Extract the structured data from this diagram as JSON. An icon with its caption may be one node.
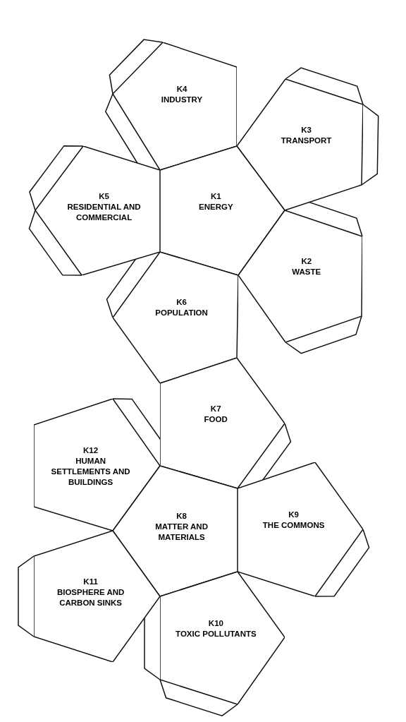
{
  "diagram": {
    "nodes": [
      {
        "text": [
          "K4",
          "INDUSTRY"
        ]
      },
      {
        "text": [
          "K3",
          "TRANSPORT"
        ]
      },
      {
        "text": [
          "K5",
          "RESIDENTIAL AND COMMERCIAL"
        ]
      },
      {
        "text": [
          "K1",
          "ENERGY"
        ]
      },
      {
        "text": [
          "K2",
          "WASTE"
        ]
      },
      {
        "text": [
          "K6",
          "POPULATION"
        ]
      },
      {
        "text": [
          "K7",
          "FOOD"
        ]
      },
      {
        "text": [
          "K12",
          "HUMAN SETTLEMENTS AND BUILDINGS"
        ]
      },
      {
        "text": [
          "K8",
          "MATTER AND MATERIALS"
        ]
      },
      {
        "text": [
          "K9",
          "THE COMMONS"
        ]
      },
      {
        "text": [
          "K11",
          "BIOSPHERE AND CARBON SINKS"
        ]
      },
      {
        "text": [
          "K10",
          "TOXIC POLLUTANTS"
        ]
      }
    ]
  }
}
